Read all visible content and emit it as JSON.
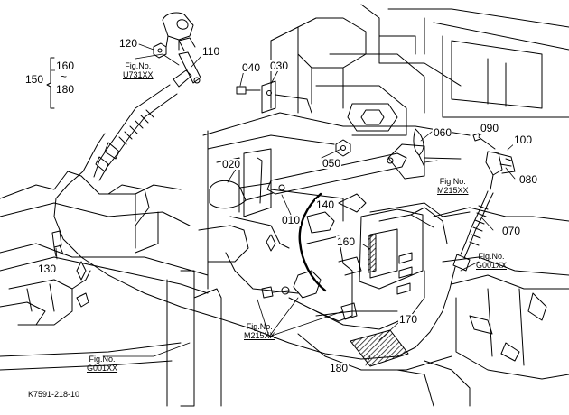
{
  "diagram": {
    "parts": {
      "p010": "010",
      "p020": "020",
      "p030": "030",
      "p040": "040",
      "p050": "050",
      "p060": "060",
      "p070": "070",
      "p080": "080",
      "p090": "090",
      "p100": "100",
      "p110": "110",
      "p120": "120",
      "p130": "130",
      "p140": "140",
      "p150": "150",
      "p160a": "160",
      "p160b": "160",
      "p170": "170",
      "p180a": "180",
      "p180b": "180",
      "tilde": "~"
    },
    "fig_refs": {
      "u731": {
        "label": "Fig.No.",
        "number": "U731XX"
      },
      "m215_upper": {
        "label": "Fig.No.",
        "number": "M215XX"
      },
      "g001_right": {
        "label": "Fig.No.",
        "number": "G001XX"
      },
      "m215_lower": {
        "label": "Fig.No.",
        "number": "M215XX"
      },
      "g001_left": {
        "label": "Fig.No.",
        "number": "G001XX"
      }
    },
    "drawing_code": "K7591-218-10",
    "colors": {
      "line": "#000000",
      "background": "#ffffff",
      "hatch": "#222222"
    }
  }
}
